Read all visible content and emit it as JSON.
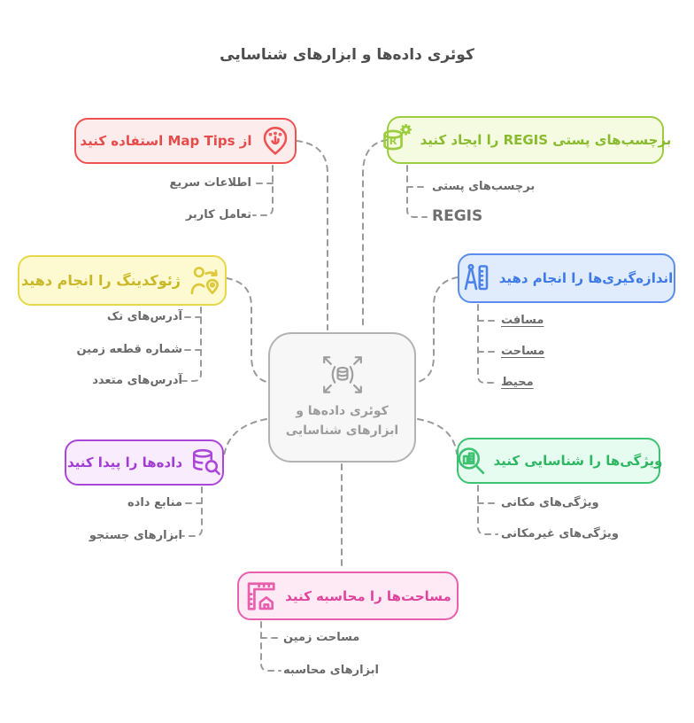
{
  "title": "کوئری داده‌ها و ابزارهای شناسایی",
  "center": {
    "line1": "کوئری داده‌ها و",
    "line2": "ابزارهای شناسایی",
    "icon": "expand-database-icon"
  },
  "branches": [
    {
      "id": "map-tips",
      "label": "از Map Tips استفاده کنید",
      "icon": "map-pin-touch-icon",
      "accent": "#ee5253",
      "bg": "#fdecec",
      "children": [
        "اطلاعات سریع",
        "تعامل کاربر"
      ]
    },
    {
      "id": "regis-labels",
      "label": "برچسب‌های پستی REGIS را ایجاد کنید",
      "icon": "database-gear-icon",
      "accent": "#9ccc3f",
      "bg": "#f5fbe0",
      "children": [
        "برچسب‌های پستی",
        "REGIS"
      ]
    },
    {
      "id": "geocoding",
      "label": "ژئوکدینگ را انجام دهید",
      "icon": "person-location-icon",
      "accent": "#e6d84a",
      "bg": "#fdf9d0",
      "children": [
        "آدرس‌های تک",
        "شماره قطعه زمین",
        "آدرس‌های متعدد"
      ]
    },
    {
      "id": "measurements",
      "label": "اندازه‌گیری‌ها را انجام دهید",
      "icon": "compass-ruler-icon",
      "accent": "#5b8def",
      "bg": "#e0ebfc",
      "children": [
        "مسافت",
        "مساحت",
        "محیط"
      ]
    },
    {
      "id": "find-data",
      "label": "داده‌ها را پیدا کنید",
      "icon": "database-search-icon",
      "accent": "#ab47d8",
      "bg": "#f8ecfd",
      "children": [
        "منابع داده",
        "ابزارهای جستجو"
      ]
    },
    {
      "id": "identify-features",
      "label": "ویژگی‌ها را شناسایی کنید",
      "icon": "search-building-icon",
      "accent": "#3cc271",
      "bg": "#e7fcf0",
      "children": [
        "ویژگی‌های مکانی",
        "ویژگی‌های غیرمکانی"
      ]
    },
    {
      "id": "calculate-areas",
      "label": "مساحت‌ها را محاسبه کنید",
      "icon": "ruler-house-icon",
      "accent": "#e85fae",
      "bg": "#fdeaf5",
      "children": [
        "مساحت زمین",
        "ابزارهای محاسبه"
      ]
    }
  ],
  "colors": {
    "connector": "#9a9a9a",
    "subitem_text": "#6a6a6a",
    "title_text": "#4d4d4d",
    "center_bg": "#f7f7f7",
    "center_border": "#b3b3b3",
    "center_text": "#9c9c9c"
  }
}
